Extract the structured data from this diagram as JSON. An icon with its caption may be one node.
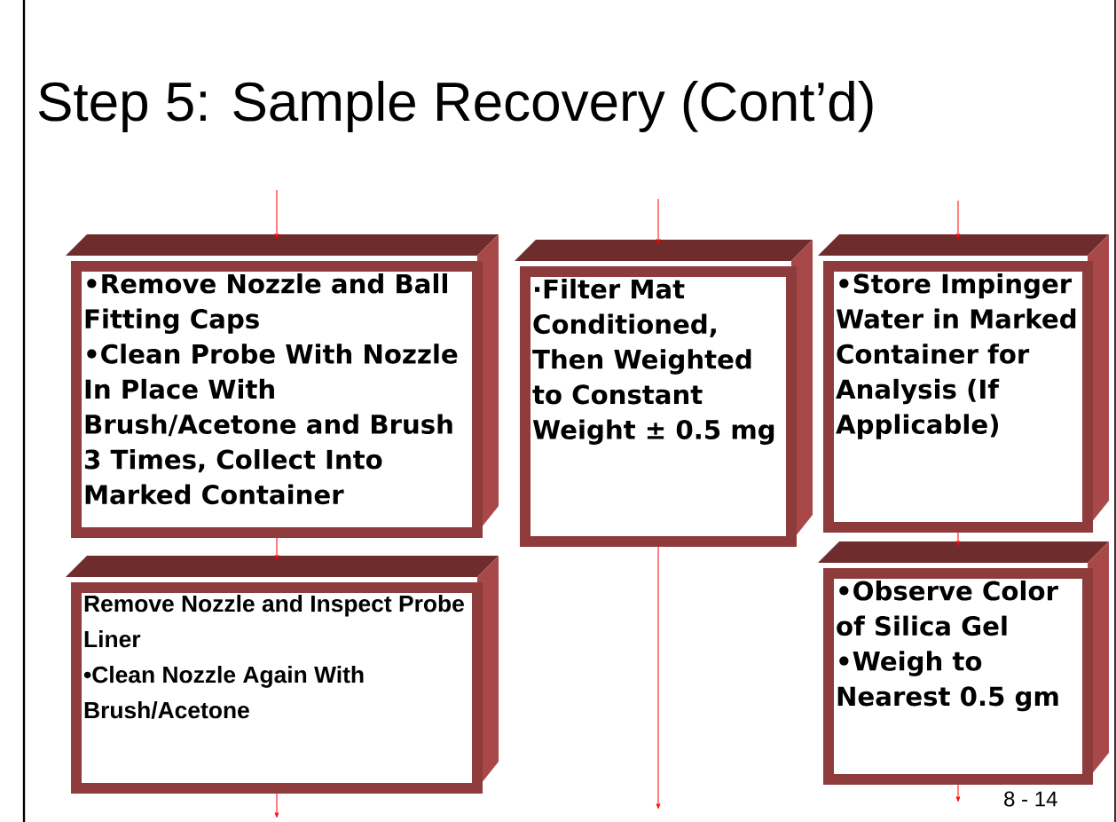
{
  "diagram": {
    "title": "Step 5:  Sample Recovery (Cont’d)",
    "nodes": [
      {
        "text": [
          "•Remove Nozzle and Ball Fitting Caps",
          "•Clean Probe With Nozzle In Place With Brush/Acetone and Brush 3 Times, Collect Into Marked Container"
        ]
      },
      {
        "text": [
          "Remove Nozzle and Inspect Probe Liner",
          "•Clean Nozzle Again With Brush/Acetone"
        ]
      },
      {
        "text": [
          "·Filter Mat Conditioned, Then Weighted to Constant Weight ± 0.5 mg"
        ]
      },
      {
        "text": [
          "•Store Impinger Water in Marked Container for Analysis (If Applicable)"
        ]
      },
      {
        "text": [
          "•Observe Color of Silica Gel",
          "•Weigh to Nearest 0.5 gm"
        ]
      }
    ],
    "edges": [
      {
        "from": null,
        "to": 0,
        "arrow": "to"
      },
      {
        "from": 0,
        "to": 1,
        "arrow": "to"
      },
      {
        "from": 1,
        "to": null,
        "arrow": "to"
      },
      {
        "from": null,
        "to": 2,
        "arrow": "to"
      },
      {
        "from": 2,
        "to": null,
        "arrow": "to"
      },
      {
        "from": null,
        "to": 3,
        "arrow": "to"
      },
      {
        "from": 3,
        "to": 4,
        "arrow": "to"
      },
      {
        "from": 4,
        "to": null,
        "arrow": "to"
      }
    ],
    "labels": [
      "8 - 14"
    ]
  }
}
